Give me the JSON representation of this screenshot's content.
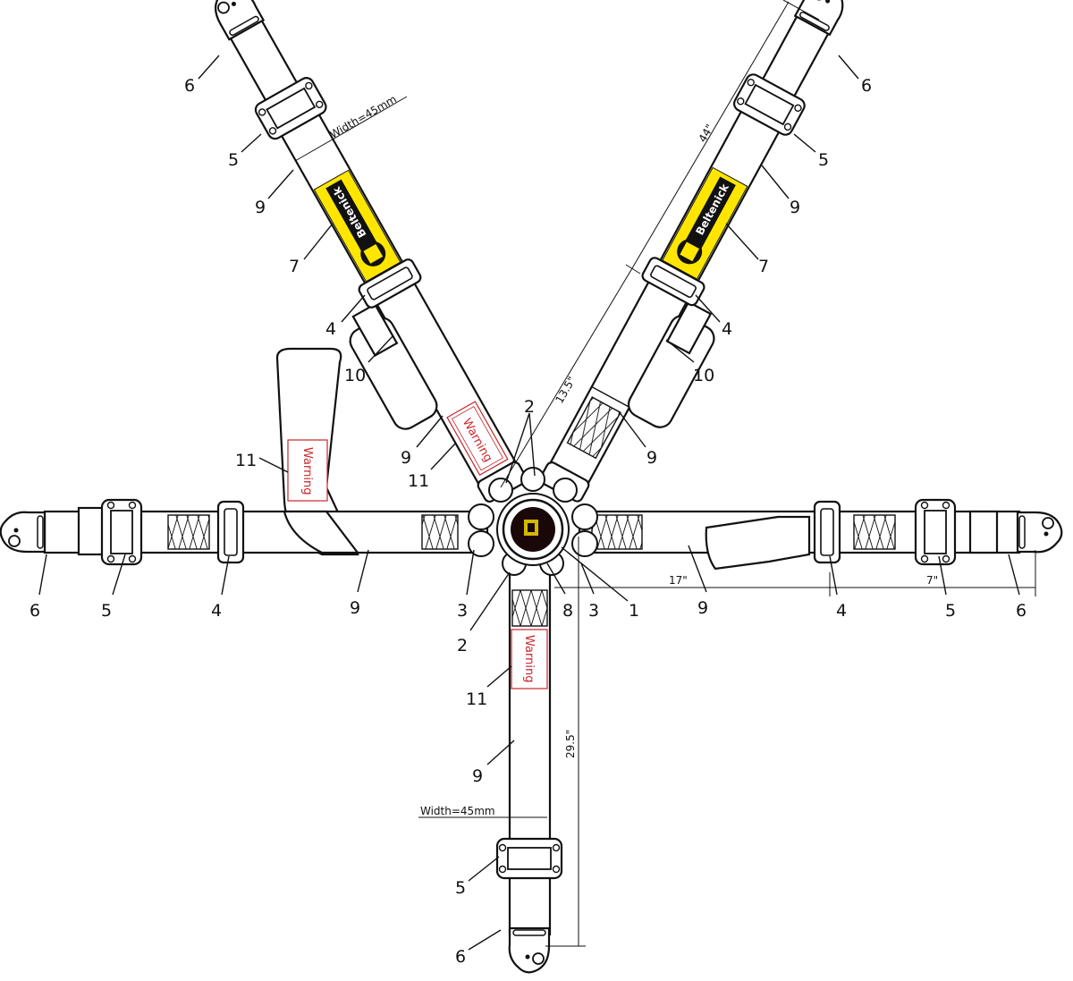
{
  "diagram": {
    "brand_label": "Beltenick",
    "warning_label": "Warning",
    "colors": {
      "label_yellow": "#ffe600",
      "warning_red": "#c8262a",
      "line": "#111111"
    },
    "callouts": {
      "left_shoulder": [
        "6",
        "5",
        "9",
        "7",
        "4",
        "10",
        "9",
        "11"
      ],
      "right_shoulder": [
        "6",
        "5",
        "9",
        "7",
        "4",
        "10",
        "9"
      ],
      "center": [
        "2",
        "11"
      ],
      "lap_row": [
        "6",
        "5",
        "4",
        "9",
        "3",
        "2",
        "8",
        "3",
        "1",
        "9",
        "4",
        "5",
        "6"
      ],
      "crotch": [
        "11",
        "9",
        "5",
        "6"
      ]
    },
    "dimensions": {
      "shoulder_width": "Width=45mm",
      "shoulder_length": "44\"",
      "shoulder_to_buckle": "13.5\"",
      "lap_to_adjuster": "17\"",
      "adjuster_to_anchor": "7\"",
      "crotch_length": "29.5\"",
      "crotch_width": "Width=45mm"
    }
  }
}
